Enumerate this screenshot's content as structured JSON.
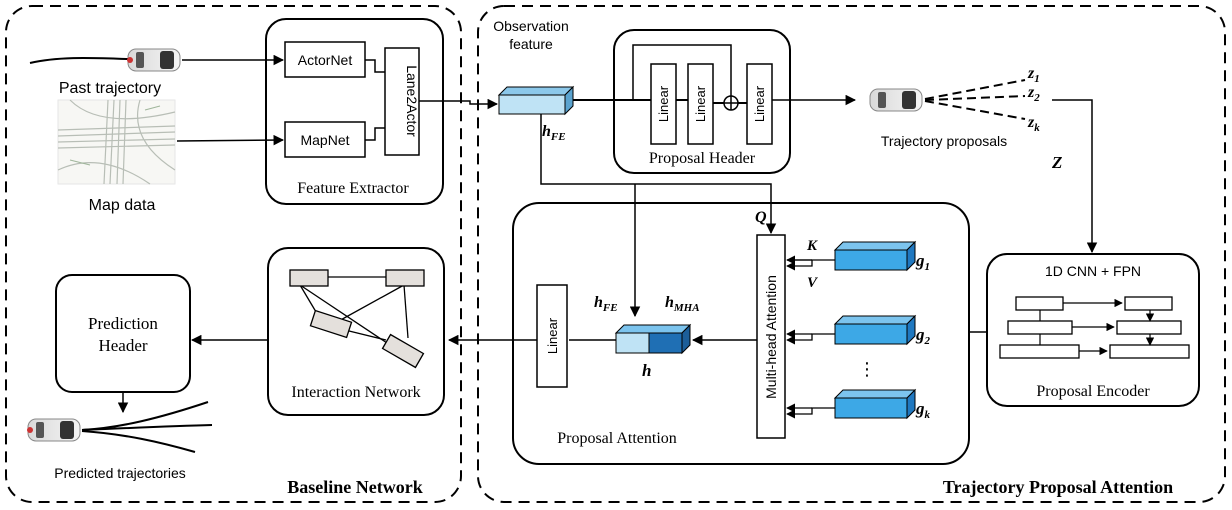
{
  "groups": {
    "baseline": "Baseline Network",
    "tpa": "Trajectory Proposal Attention"
  },
  "inputs": {
    "past_trajectory": "Past trajectory",
    "map_data": "Map data"
  },
  "feature_extractor": {
    "title": "Feature Extractor",
    "actornet": "ActorNet",
    "mapnet": "MapNet",
    "lane2actor": "Lane2Actor"
  },
  "observation": {
    "label_line1": "Observation",
    "label_line2": "feature",
    "symbol": "h",
    "symbol_sub": "FE"
  },
  "proposal_header": {
    "title": "Proposal Header",
    "linear": "Linear",
    "oplus": "⊕"
  },
  "proposals": {
    "caption": "Trajectory proposals",
    "z1": "z",
    "z1_sub": "1",
    "z2": "z",
    "z2_sub": "2",
    "zk": "z",
    "zk_sub": "k",
    "Z": "Z"
  },
  "proposal_encoder": {
    "title": "Proposal Encoder",
    "subtitle": "1D CNN + FPN"
  },
  "proposal_attention": {
    "title": "Proposal Attention",
    "mha": "Multi-head Attention",
    "linear": "Linear",
    "Q": "Q",
    "K": "K",
    "V": "V",
    "g": "g",
    "g1_sub": "1",
    "g2_sub": "2",
    "gk_sub": "k",
    "dots": "⋮",
    "h_fe": "h",
    "h_fe_sub": "FE",
    "h_mha": "h",
    "h_mha_sub": "MHA",
    "h": "h"
  },
  "interaction": {
    "title": "Interaction Network"
  },
  "prediction": {
    "header_line1": "Prediction",
    "header_line2": "Header",
    "caption": "Predicted trajectories"
  },
  "colors": {
    "light_blue": "#bfe3f5",
    "blue": "#3da8e6",
    "dark_blue": "#1f6fb4",
    "node_fill": "#e4e0dc"
  }
}
